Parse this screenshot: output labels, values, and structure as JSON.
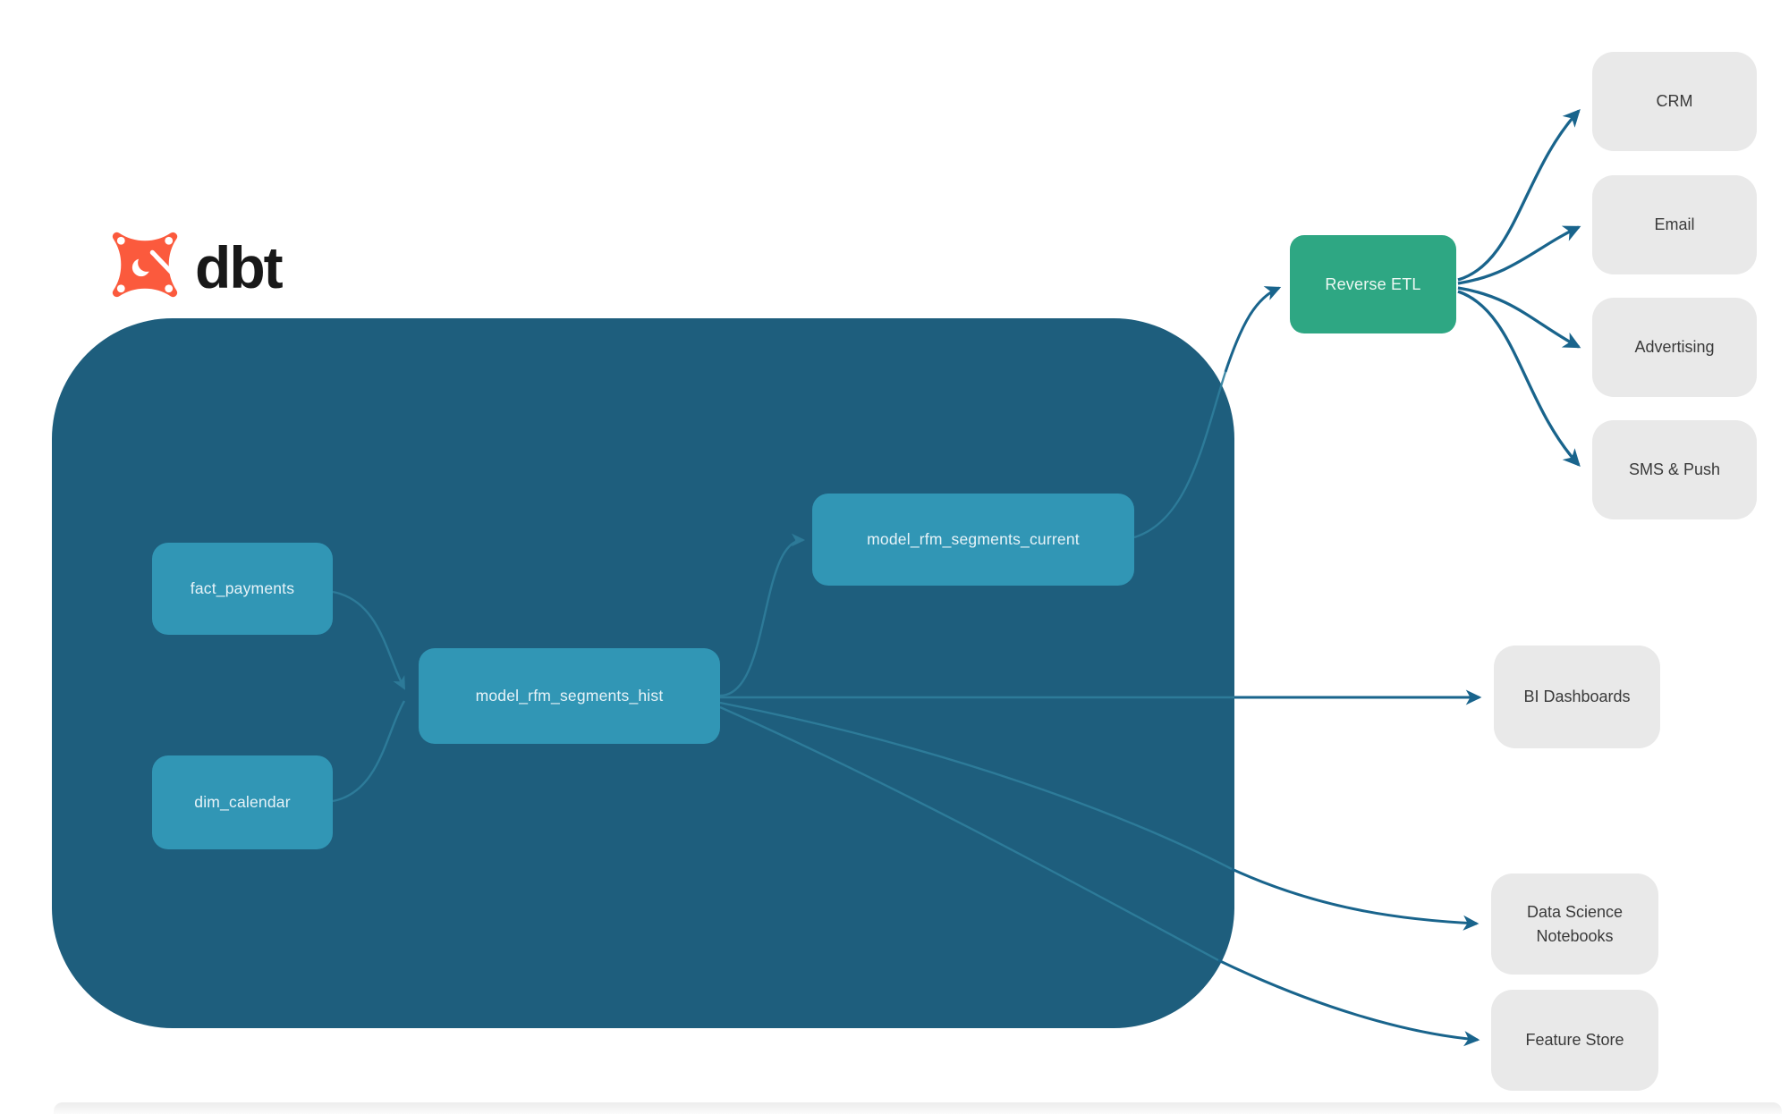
{
  "logo": {
    "text": "dbt"
  },
  "pipeline": {
    "nodes": {
      "fact_payments": {
        "label": "fact_payments"
      },
      "dim_calendar": {
        "label": "dim_calendar"
      },
      "model_rfm_segments_hist": {
        "label": "model_rfm_segments_hist"
      },
      "model_rfm_segments_current": {
        "label": "model_rfm_segments_current"
      }
    }
  },
  "reverse_etl": {
    "label": "Reverse ETL"
  },
  "destinations": {
    "crm": {
      "label": "CRM"
    },
    "email": {
      "label": "Email"
    },
    "advertising": {
      "label": "Advertising"
    },
    "sms_push": {
      "label": "SMS & Push"
    },
    "bi_dashboards": {
      "label": "BI Dashboards"
    },
    "data_science_notebooks": {
      "label": "Data Science Notebooks"
    },
    "feature_store": {
      "label": "Feature Store"
    }
  },
  "edges": [
    {
      "from": "fact_payments",
      "to": "model_rfm_segments_hist"
    },
    {
      "from": "dim_calendar",
      "to": "model_rfm_segments_hist"
    },
    {
      "from": "model_rfm_segments_hist",
      "to": "model_rfm_segments_current"
    },
    {
      "from": "model_rfm_segments_current",
      "to": "Reverse ETL"
    },
    {
      "from": "model_rfm_segments_hist",
      "to": "BI Dashboards"
    },
    {
      "from": "model_rfm_segments_hist",
      "to": "Data Science Notebooks"
    },
    {
      "from": "model_rfm_segments_hist",
      "to": "Feature Store"
    },
    {
      "from": "Reverse ETL",
      "to": "CRM"
    },
    {
      "from": "Reverse ETL",
      "to": "Email"
    },
    {
      "from": "Reverse ETL",
      "to": "Advertising"
    },
    {
      "from": "Reverse ETL",
      "to": "SMS & Push"
    }
  ],
  "colors": {
    "container_teal": "#1E5E7D",
    "node_teal": "#3196B5",
    "node_text": "#E7F3F8",
    "etl_green": "#2EA783",
    "dest_gray": "#E9E9E9",
    "dest_text": "#3A3A3A",
    "edge_dark": "#19648C",
    "edge_muted": "#2F7E9C",
    "logo_orange": "#FB5A3D"
  }
}
